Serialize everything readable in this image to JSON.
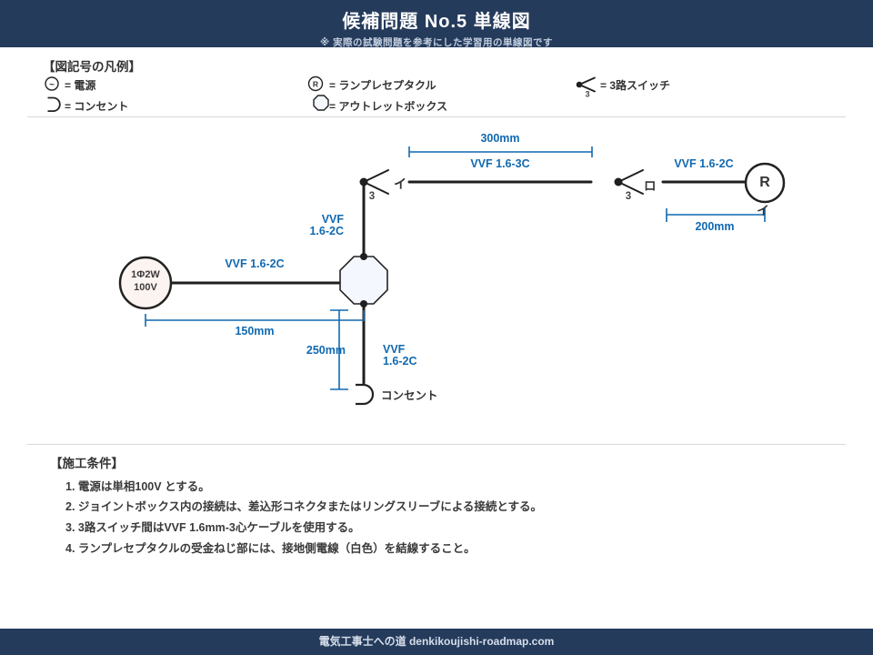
{
  "header": {
    "title": "候補問題 No.5  単線図",
    "subtitle": "※ 実際の試験問題を参考にした学習用の単線図です"
  },
  "legend": {
    "heading": "【図記号の凡例】",
    "power_label": "= 電源",
    "outlet_label": "= コンセント",
    "receptacle_label": "= ランプレセプタクル",
    "outlet_box_label": "= アウトレットボックス",
    "three_way_label": "= 3路スイッチ",
    "power_symbol_char": "~",
    "receptacle_symbol_char": "R",
    "switch_number": "3"
  },
  "diagram": {
    "power_source": {
      "line1": "1Φ2W",
      "line2": "100V"
    },
    "left_switch": {
      "label": "イ",
      "number": "3"
    },
    "right_switch": {
      "label": "ロ",
      "number": "3"
    },
    "receptacle": {
      "letter": "R",
      "circuit": "イ"
    },
    "outlet": {
      "label": "コンセント"
    },
    "cables": {
      "power_to_box": "VVF 1.6-2C",
      "between_switches": "VVF 1.6-3C",
      "switch_to_receptacle": "VVF 1.6-2C",
      "switch_to_box": {
        "line1": "VVF",
        "line2": "1.6-2C"
      },
      "box_to_outlet": {
        "line1": "VVF",
        "line2": "1.6-2C"
      }
    },
    "dimensions": {
      "between_switches": "300mm",
      "switch_to_receptacle": "200mm",
      "power_to_box": "150mm",
      "box_to_outlet": "250mm"
    }
  },
  "conditions": {
    "heading": "【施工条件】",
    "items": [
      "1. 電源は単相100V とする。",
      "2. ジョイントボックス内の接続は、差込形コネクタまたはリングスリーブによる接続とする。",
      "3. 3路スイッチ間はVVF 1.6mm-3心ケーブルを使用する。",
      "4. ランプレセプタクルの受金ねじ部には、接地側電線（白色）を結線すること。"
    ]
  },
  "footer": {
    "text": "電気工事士への道 denkikoujishi-roadmap.com"
  },
  "colors": {
    "navy": "#253b5c",
    "blue": "#1169b0",
    "cable": "#1f1f1f",
    "box_fill": "#f4f7fd",
    "power_fill": "#fcf4f1"
  }
}
